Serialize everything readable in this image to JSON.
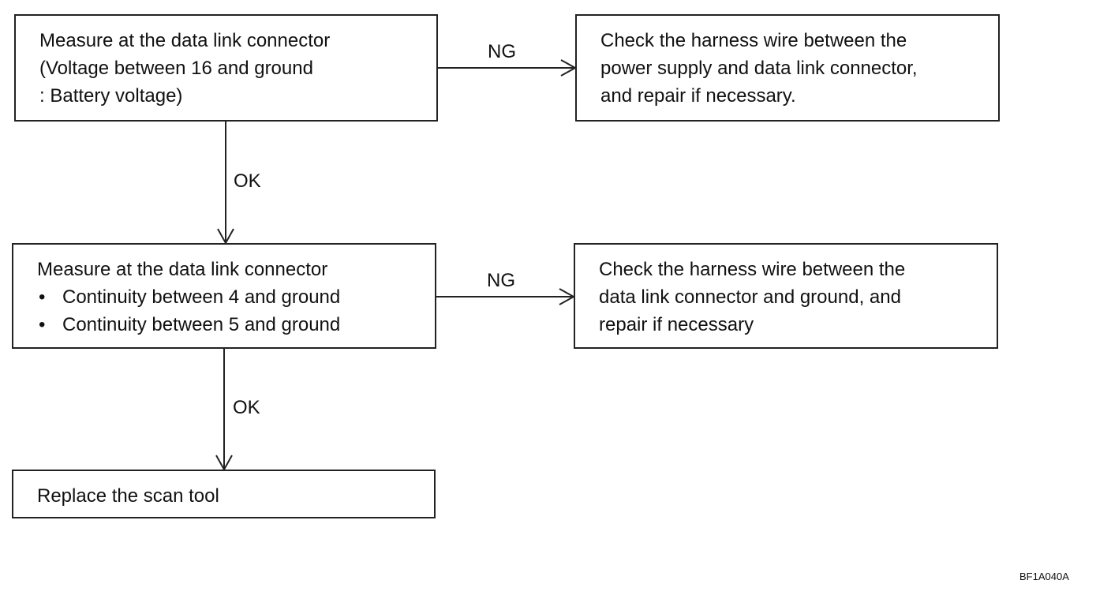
{
  "flowchart": {
    "boxes": [
      {
        "id": "measure-voltage",
        "lines": [
          "Measure at the data link connector",
          "(Voltage between 16 and ground",
          ": Battery voltage)"
        ]
      },
      {
        "id": "check-power-supply-harness",
        "lines": [
          "Check the harness wire between the",
          "power supply and data link connector,",
          "and repair if necessary."
        ]
      },
      {
        "id": "measure-continuity",
        "heading": "Measure at the data link connector",
        "bullets": [
          "Continuity between 4 and ground",
          "Continuity between 5 and ground"
        ]
      },
      {
        "id": "check-ground-harness",
        "lines": [
          "Check the harness wire between the",
          "data link connector and ground, and",
          "repair if necessary"
        ]
      },
      {
        "id": "replace-scan-tool",
        "lines": [
          "Replace the scan tool"
        ]
      }
    ],
    "edges": [
      {
        "from": "measure-voltage",
        "to": "check-power-supply-harness",
        "label": "NG"
      },
      {
        "from": "measure-voltage",
        "to": "measure-continuity",
        "label": "OK"
      },
      {
        "from": "measure-continuity",
        "to": "check-ground-harness",
        "label": "NG"
      },
      {
        "from": "measure-continuity",
        "to": "replace-scan-tool",
        "label": "OK"
      }
    ],
    "bullet_glyph": "•"
  },
  "figure_code": "BF1A040A"
}
